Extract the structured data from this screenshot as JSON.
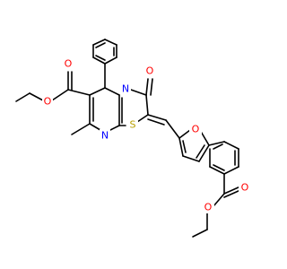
{
  "colors": {
    "bond": "#000000",
    "oxygen": "#ff0000",
    "nitrogen": "#0000ff",
    "sulfur": "#b8a000"
  },
  "atoms": {
    "o_ester1_carbonyl": "O",
    "o_ester1_ether": "O",
    "o_ring_ketone": "O",
    "n_ring_bridge": "N",
    "n_ring_imine": "N",
    "s_thiazole": "S",
    "o_furan": "O",
    "o_ester2_carbonyl": "O",
    "o_ester2_ether": "O"
  }
}
